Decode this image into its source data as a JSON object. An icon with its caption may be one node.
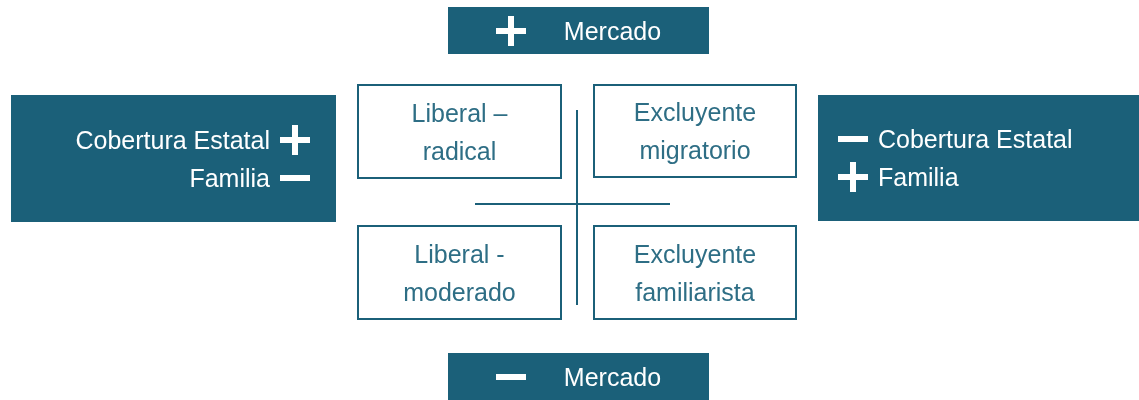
{
  "diagram": {
    "nodes": [
      {
        "text": [
          "Mercado"
        ]
      },
      {
        "text": [
          "Cobertura Estatal",
          "Familia"
        ]
      },
      {
        "text": [
          "Liberal – radical"
        ]
      },
      {
        "text": [
          "Excluyente migratorio"
        ]
      },
      {
        "text": [
          "Cobertura Estatal",
          "Familia"
        ]
      },
      {
        "text": [
          "Liberal - moderado"
        ]
      },
      {
        "text": [
          "Excluyente familiarista"
        ]
      },
      {
        "text": [
          "Mercado"
        ]
      }
    ],
    "edges": []
  }
}
